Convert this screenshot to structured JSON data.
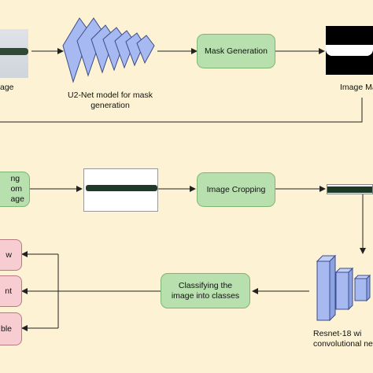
{
  "row1": {
    "input_label": "age",
    "model_label_line1": "U2-Net model for mask",
    "model_label_line2": "generation",
    "mask_generation": "Mask Generation",
    "image_mask_label": "Image Ma"
  },
  "row2": {
    "source_line1": "ng",
    "source_line2": "om",
    "source_line3": "age",
    "image_cropping": "Image Cropping"
  },
  "row3": {
    "classify_line1": "Classifying the",
    "classify_line2": "image into classes",
    "resnet_line1": "Resnet-18 wi",
    "resnet_line2": "convolutional neu",
    "classes": [
      "w",
      "nt",
      "ble"
    ]
  },
  "colors": {
    "background": "#fdf2d3",
    "box_green": "#b8e0ae",
    "box_pink": "#f7cdd2",
    "layer_blue": "#a6b9f0",
    "arrow": "#222222"
  }
}
